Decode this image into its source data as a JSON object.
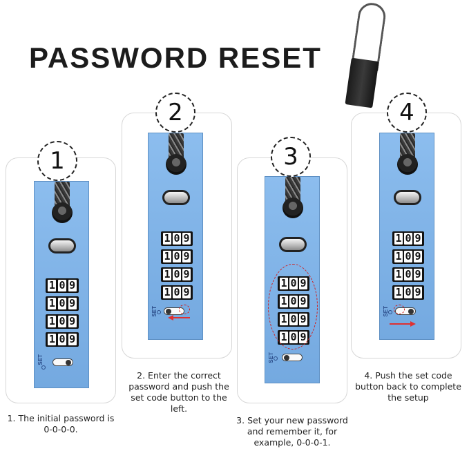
{
  "title": "PASSWORD RESET",
  "steps": [
    {
      "number": "1",
      "digits": [
        "1",
        "0",
        "9"
      ],
      "set_label": "SET",
      "caption": "1. The initial password is 0-0-0-0."
    },
    {
      "number": "2",
      "digits": [
        "1",
        "0",
        "9"
      ],
      "set_label": "SET",
      "caption": "2. Enter the correct password and push the set code button to the left."
    },
    {
      "number": "3",
      "digits": [
        "1",
        "0",
        "9"
      ],
      "set_label": "SET",
      "caption": "3. Set your new password and remember it, for example, 0-0-0-1."
    },
    {
      "number": "4",
      "digits": [
        "1",
        "0",
        "9"
      ],
      "set_label": "SET",
      "caption": "4. Push the set code button back to complete the setup"
    }
  ],
  "colors": {
    "plate": "#7fb3e6",
    "highlight": "#e03030",
    "card_border": "#d6d6d6"
  },
  "icons": [
    "padlock-icon",
    "arrow-left-icon",
    "arrow-right-icon"
  ]
}
